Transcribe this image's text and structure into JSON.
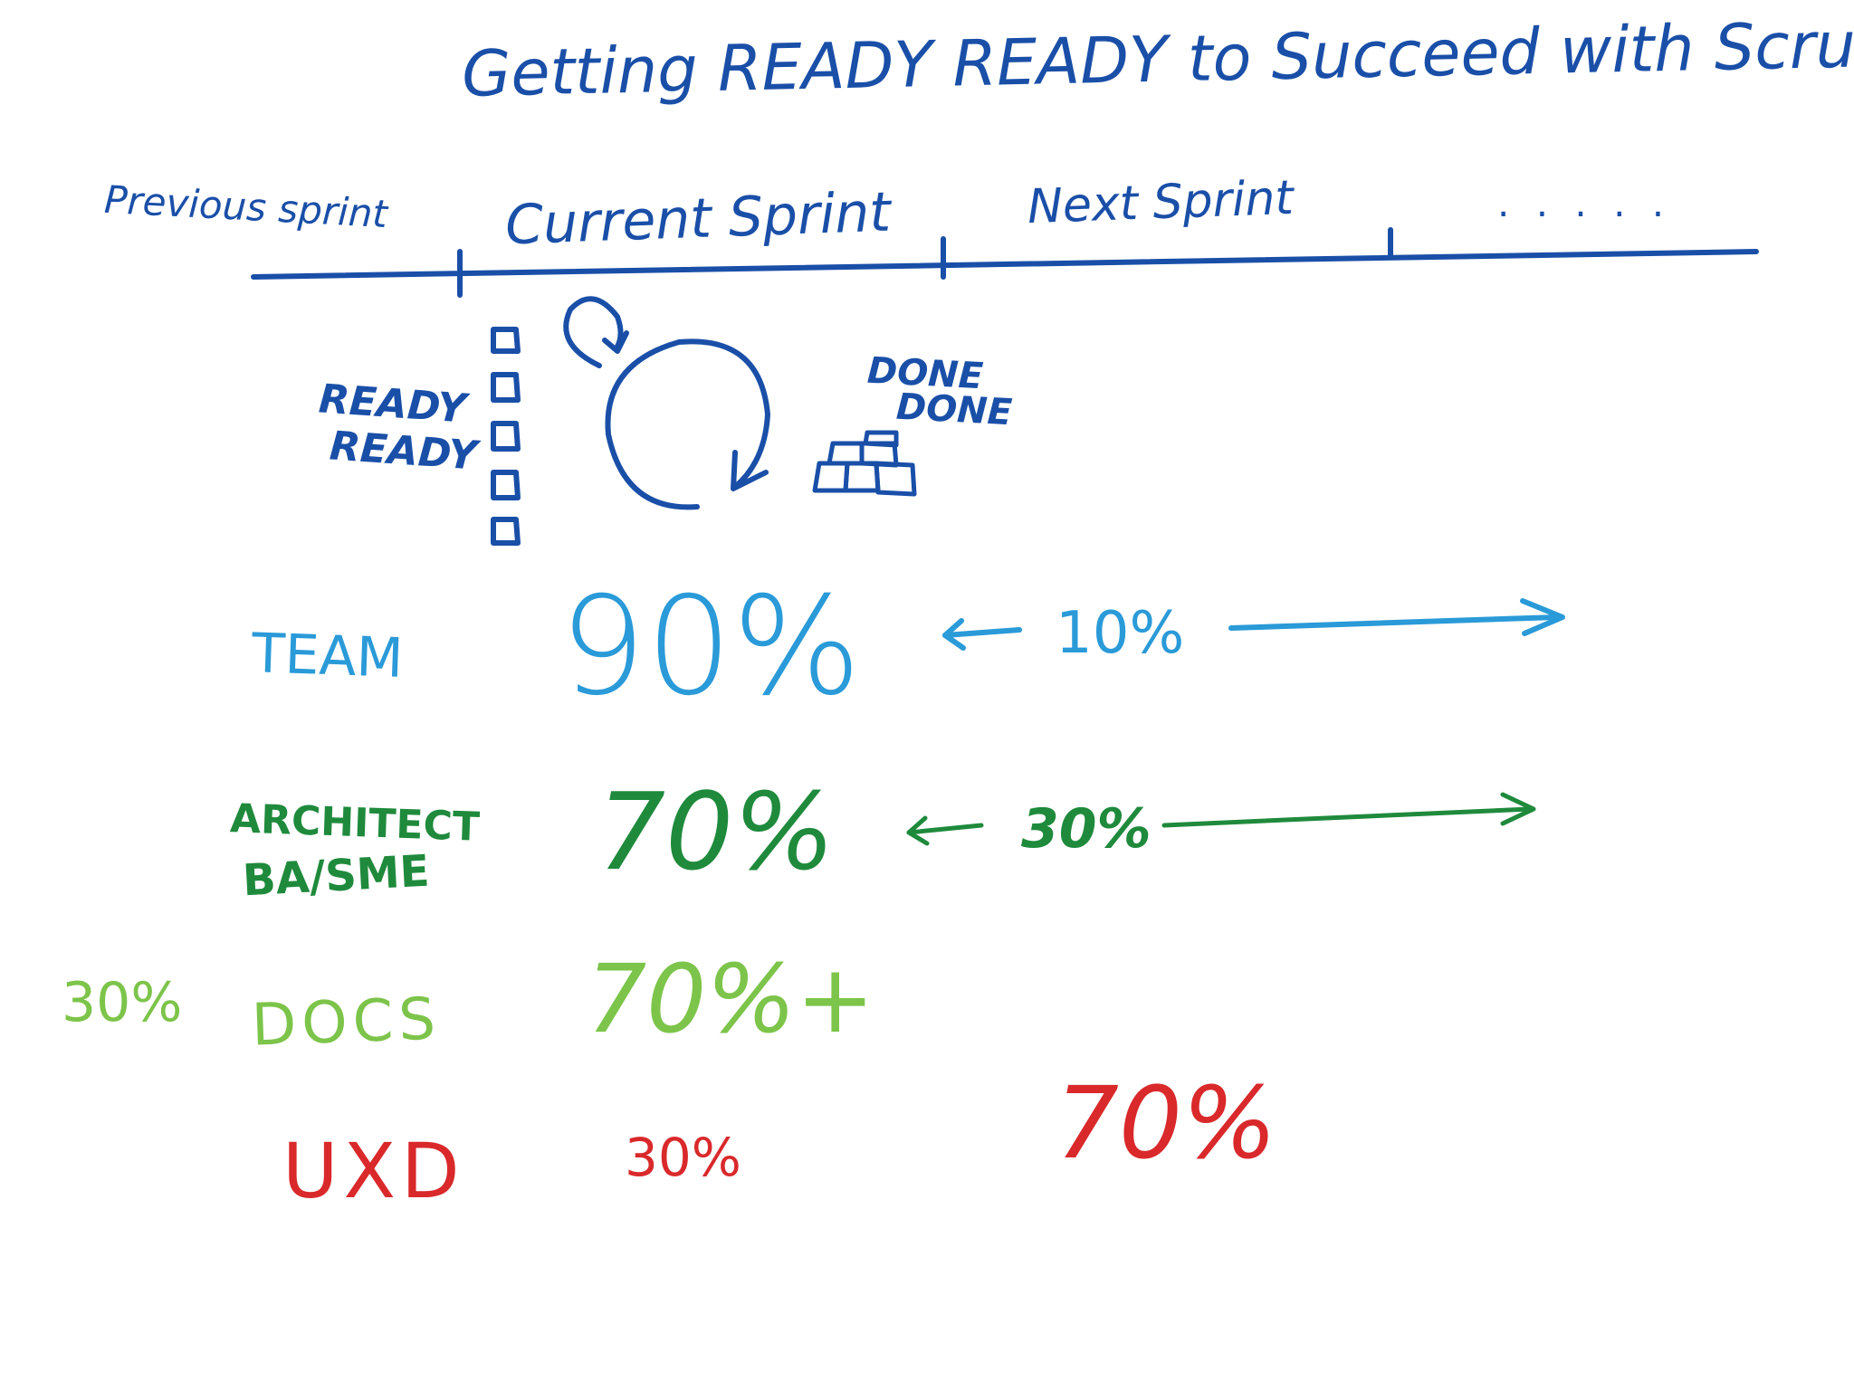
{
  "title": "Getting READY READY to Succeed with Scrum",
  "timeline": {
    "previous": "Previous sprint",
    "current": "Current Sprint",
    "next": "Next Sprint",
    "more": ". . . . ."
  },
  "cycle": {
    "ready_line1": "READY",
    "ready_line2": "READY",
    "done_line1": "DONE",
    "done_line2": "DONE"
  },
  "rows": {
    "team": {
      "label": "TEAM",
      "current": "90%",
      "next": "10%"
    },
    "architect": {
      "label_line1": "ARCHITECT",
      "label_line2": "BA/SME",
      "current": "70%",
      "next": "30%"
    },
    "docs": {
      "label": "DOCS",
      "previous": "30%",
      "current": "70%+"
    },
    "uxd": {
      "label": "UXD",
      "current": "30%",
      "next": "70%"
    }
  },
  "colors": {
    "ink_blue": "#1a4fa8",
    "team": "#2a9ad8",
    "architect": "#1f8a3c",
    "docs": "#7cc44a",
    "uxd": "#d9292b"
  }
}
